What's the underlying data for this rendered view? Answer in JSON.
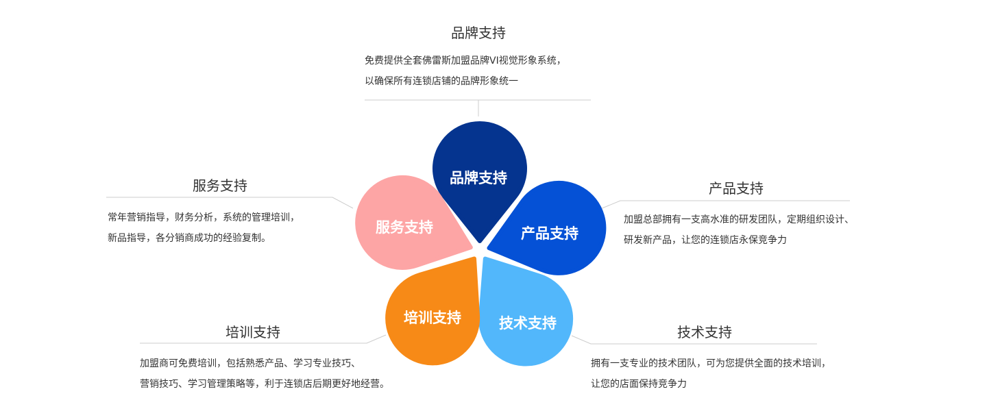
{
  "colors": {
    "brand": "#05348f",
    "product": "#0551d6",
    "tech": "#52b7fb",
    "training": "#f78a17",
    "service": "#fda5a5",
    "line": "#cccccc"
  },
  "sections": {
    "brand": {
      "title": "品牌支持",
      "petal": "品牌支持",
      "lines": [
        "免费提供全套佛雷斯加盟品牌VI视觉形象系统，",
        "以确保所有连锁店铺的品牌形象统一"
      ]
    },
    "product": {
      "title": "产品支持",
      "petal": "产品支持",
      "lines": [
        "加盟总部拥有一支高水准的研发团队，定期组织设计、",
        "研发新产品，让您的连锁店永保竞争力"
      ]
    },
    "tech": {
      "title": "技术支持",
      "petal": "技术支持",
      "lines": [
        "拥有一支专业的技术团队，可为您提供全面的技术培训，",
        "让您的店面保持竞争力"
      ]
    },
    "training": {
      "title": "培训支持",
      "petal": "培训支持",
      "lines": [
        "加盟商可免费培训，包括熟悉产品、学习专业技巧、",
        "营销技巧、学习管理策略等，利于连锁店后期更好地经营。"
      ]
    },
    "service": {
      "title": "服务支持",
      "petal": "服务支持",
      "lines": [
        "常年营销指导，财务分析，系统的管理培训，",
        "新品指导，各分销商成功的经验复制。"
      ]
    }
  }
}
